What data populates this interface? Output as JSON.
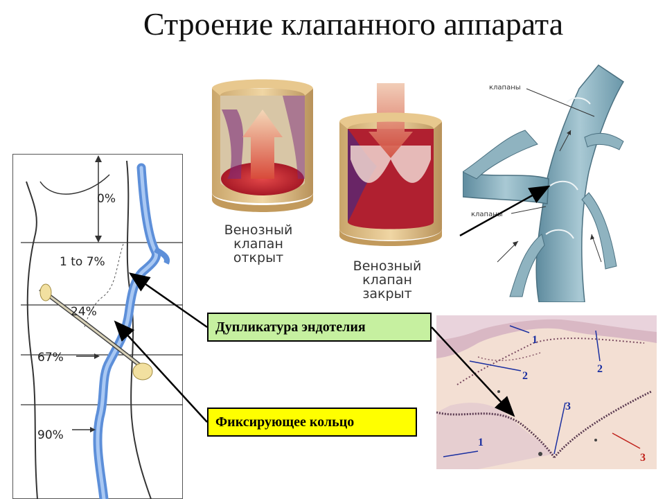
{
  "title": "Строение клапанного аппарата",
  "valve_open": {
    "line1": "Венозный",
    "line2": "клапан",
    "line3": "открыт"
  },
  "valve_closed": {
    "line1": "Венозный",
    "line2": "клапан",
    "line3": "закрыт"
  },
  "vein_labels": {
    "top": "клапаны",
    "bottom": "клапаны"
  },
  "boxes": {
    "duplication": "Дупликатура эндотелия",
    "ring": "Фиксирующее кольцо"
  },
  "leg_percentages": [
    "0%",
    "1 to 7%",
    "24%",
    "67%",
    "90%"
  ],
  "histology_numbers": {
    "n1a": "1",
    "n2a": "2",
    "n2b": "2",
    "n3a": "3",
    "n1b": "1",
    "n3b": "3"
  },
  "colors": {
    "duplication_box": "#c6f0a0",
    "ring_box": "#ffff00",
    "vein": "#6a9bb0"
  }
}
